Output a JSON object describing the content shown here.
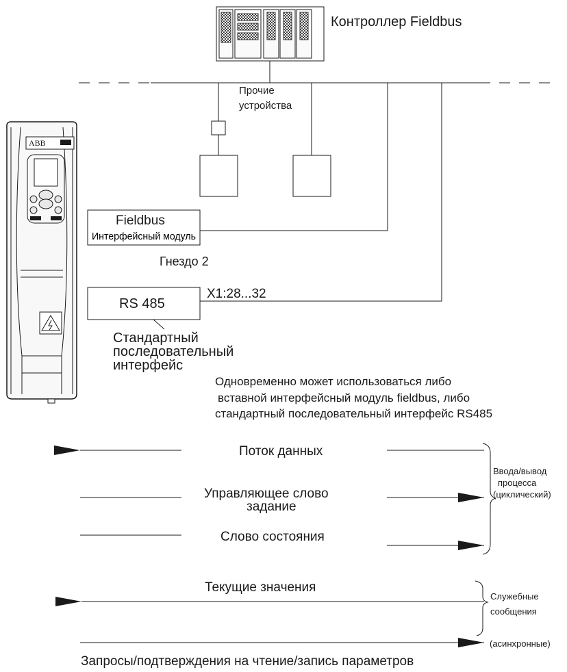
{
  "labels": {
    "controller": "Контроллер Fieldbus",
    "other_devices_1": "Прочие",
    "other_devices_2": "устройства",
    "fieldbus_title": "Fieldbus",
    "fieldbus_module": "Интерфейсный модуль",
    "slot": "Гнездо 2",
    "terminal": "X1:28...32",
    "rs485": "RS 485",
    "std_serial_1": "Стандартный",
    "std_serial_2": "последовательный",
    "std_serial_3": "интерфейс",
    "note_1": "Одновременно может использоваться либо",
    "note_2": "вставной интерфейсный модуль fieldbus, либо",
    "note_3": "стандартный последовательный интерфейс RS485",
    "data_flow": "Поток данных",
    "control_word_1": "Управляющее слово",
    "control_word_2": "задание",
    "status_word": "Слово состояния",
    "actual_values": "Текущие значения",
    "param_requests": "Запросы/подтверждения на чтение/запись параметров",
    "process_io_1": "Ввода/вывод",
    "process_io_2": "процесса",
    "process_io_3": "(циклический)",
    "service_1": "Служебные",
    "service_2": "сообщения",
    "async": "(асинхронные)"
  },
  "drive": {
    "brand": "ABB"
  },
  "icons": {
    "controller": "plc-rack-icon",
    "drive": "abb-drive-icon",
    "warning": "high-voltage-warning-icon"
  }
}
